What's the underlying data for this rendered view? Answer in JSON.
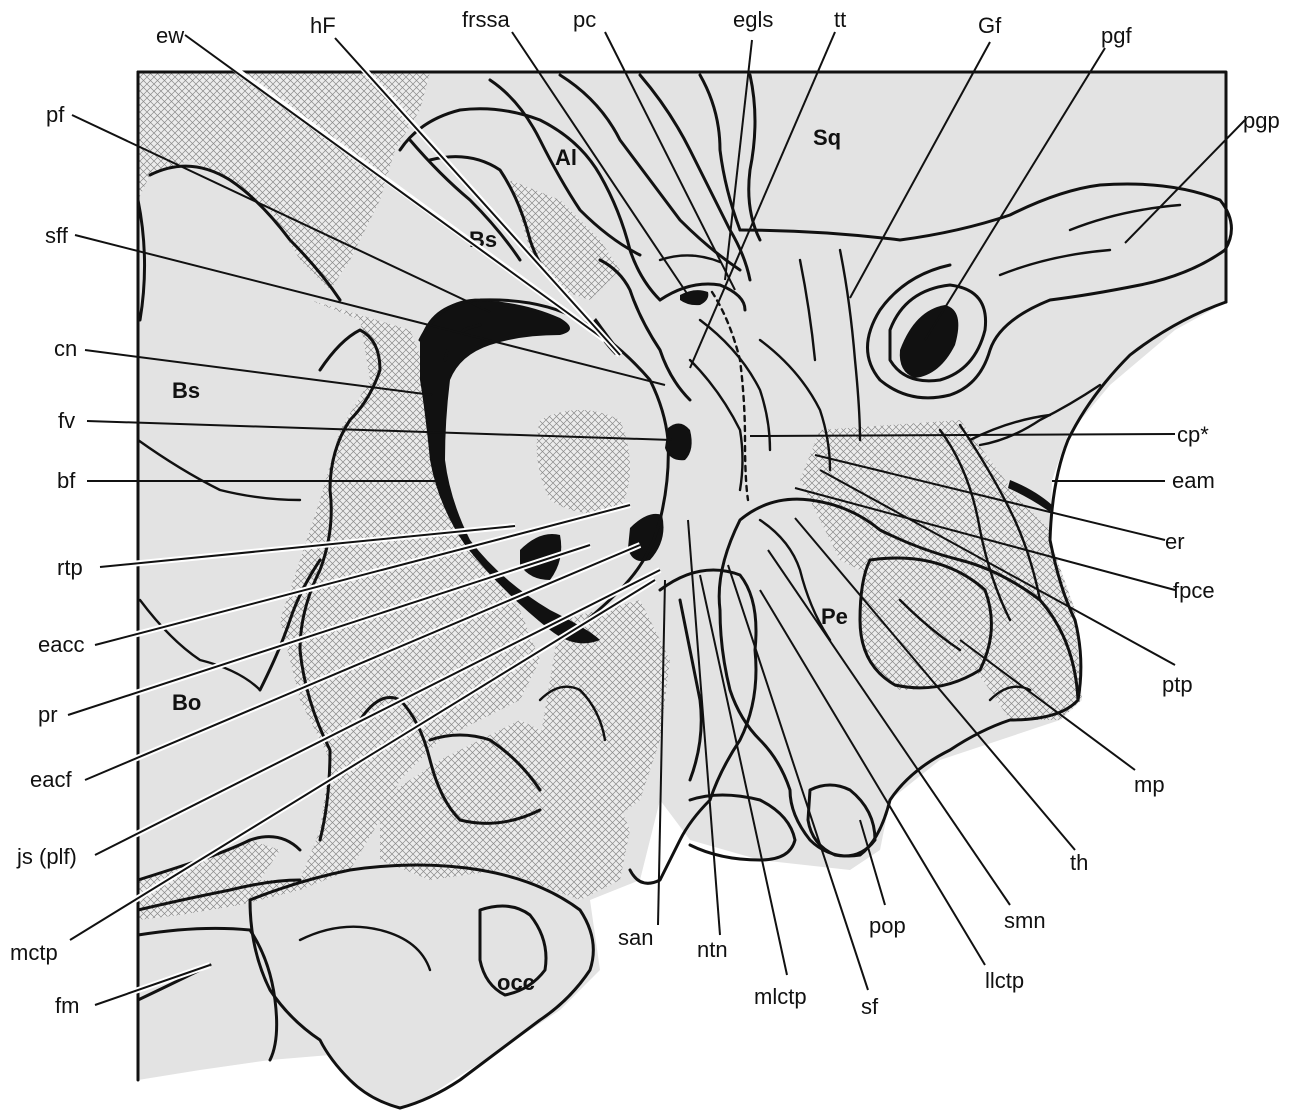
{
  "labels": {
    "ew": "ew",
    "hF": "hF",
    "frssa": "frssa",
    "pc": "pc",
    "egls": "egls",
    "tt": "tt",
    "Gf": "Gf",
    "pgf": "pgf",
    "pgp": "pgp",
    "pf": "pf",
    "sff": "sff",
    "cn": "cn",
    "fv": "fv",
    "bf": "bf",
    "rtp": "rtp",
    "eacc": "eacc",
    "pr": "pr",
    "eacf": "eacf",
    "js": "js (plf)",
    "mctp": "mctp",
    "fm": "fm",
    "san": "san",
    "ntn": "ntn",
    "mlctp": "mlctp",
    "sf": "sf",
    "pop": "pop",
    "smn": "smn",
    "llctp": "llctp",
    "th": "th",
    "mp": "mp",
    "ptp": "ptp",
    "fpce": "fpce",
    "er": "er",
    "eam": "eam",
    "cp": "cp*"
  },
  "regions": {
    "Al": "Al",
    "Sq": "Sq",
    "Bs_upper": "Bs",
    "Bs_lower": "Bs",
    "Bo": "Bo",
    "Pe": "Pe",
    "occ": "occ"
  },
  "colors": {
    "bone": "#e3e3e3",
    "ink": "#111111",
    "hatch": "#9a9a9a",
    "background": "#ffffff"
  }
}
